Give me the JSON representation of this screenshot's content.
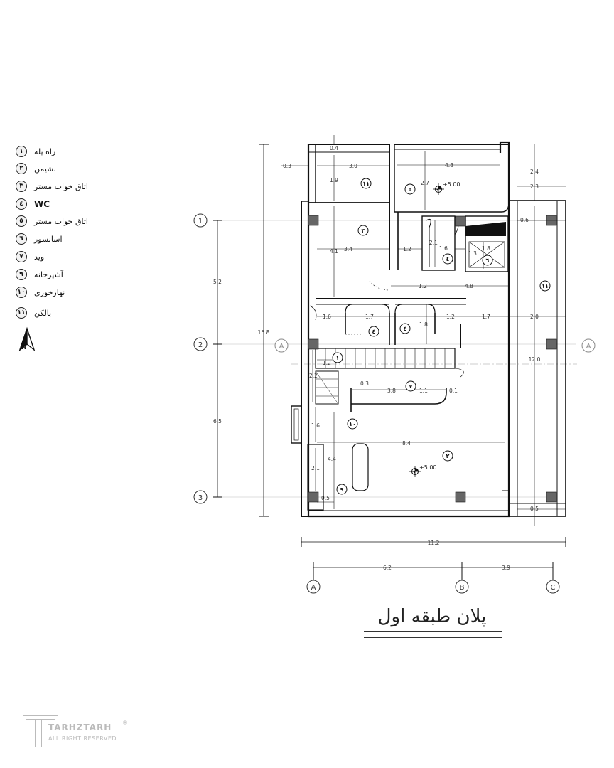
{
  "legend": [
    {
      "num": "١",
      "label": "راه پله"
    },
    {
      "num": "٢",
      "label": "نشیمن"
    },
    {
      "num": "٣",
      "label": "اتاق خواب مستر"
    },
    {
      "num": "٤",
      "label": "WC"
    },
    {
      "num": "٥",
      "label": "اتاق خواب مستر"
    },
    {
      "num": "٦",
      "label": "اسانسور"
    },
    {
      "num": "٧",
      "label": "وید"
    },
    {
      "num": "٩",
      "label": "آشپزخانه"
    },
    {
      "num": "١٠",
      "label": "نهارخوری"
    },
    {
      "num": "١١",
      "label": "بالکن"
    }
  ],
  "north": "N",
  "title": "پلان طبقه اول",
  "brand": {
    "name": "TARHZTARH",
    "sub": "ALL RIGHT RESERVED",
    "reg": "®"
  },
  "grid": {
    "rows": [
      "1",
      "2",
      "3"
    ],
    "cols": [
      "A",
      "B",
      "C"
    ],
    "section": "A"
  },
  "dims": {
    "d04": "0.4",
    "d03a": "0.3",
    "d30": "3.0",
    "d48a": "4.8",
    "d24": "2.4",
    "d19": "1.9",
    "d27": "2.7",
    "d23": "2.3",
    "d06": "0.6",
    "d52": "5.2",
    "d158": "15.8",
    "d41": "4.1",
    "d34": "3.4",
    "d12a": "1.2",
    "d21a": "2.1",
    "d16a": "1.6",
    "d18a": "1.8",
    "d13": "1.3",
    "d12b": "1.2",
    "d48b": "4.8",
    "d16b": "1.6",
    "d17a": "1.7",
    "d18b": "1.8",
    "d12c": "1.2",
    "d17b": "1.7",
    "d20": "2.0",
    "d120": "12.0",
    "d12d": "1.2",
    "d22": "2.2",
    "d03b": "0.3",
    "d38": "3.8",
    "d11": "1.1",
    "d01": "0.1",
    "d65": "6.5",
    "d16c": "1.6",
    "d84": "8.4",
    "d44": "4.4",
    "d21b": "2.1",
    "d05a": "0.5",
    "d05b": "0.5",
    "d112": "11.2",
    "d62": "6.2",
    "d39": "3.9"
  },
  "levels": {
    "upper": "+5.00",
    "lower": "+5.00"
  },
  "rooms": {
    "r11a": "١١",
    "r5": "٥",
    "r3": "٣",
    "r4a": "٤",
    "r6": "٦",
    "r11b": "١١",
    "r4b": "٤",
    "r4c": "٤",
    "r1": "١",
    "r7": "٧",
    "r10": "١٠",
    "r2": "٢",
    "r9": "٩"
  }
}
